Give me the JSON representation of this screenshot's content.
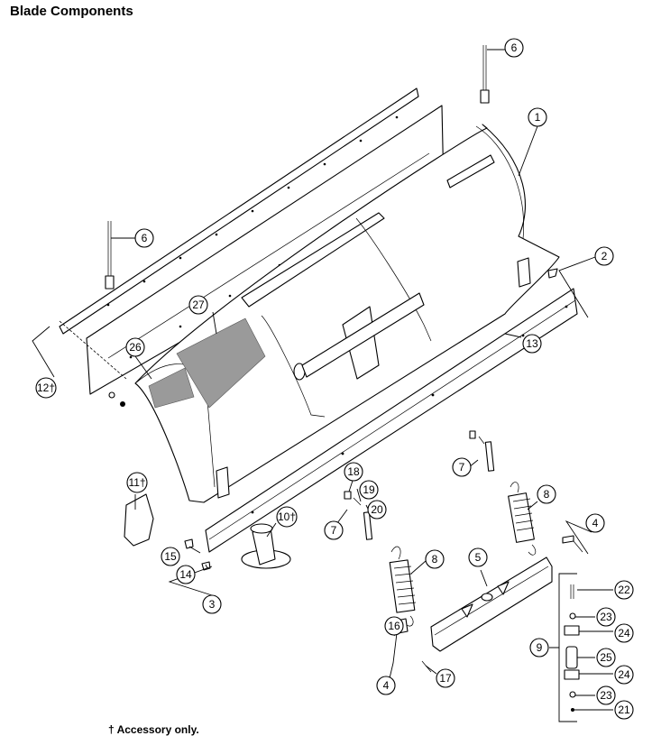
{
  "title": "Blade Components",
  "footnote": "† Accessory only.",
  "callouts": [
    {
      "id": "c1",
      "label": "1"
    },
    {
      "id": "c2",
      "label": "2"
    },
    {
      "id": "c3",
      "label": "3"
    },
    {
      "id": "c4a",
      "label": "4"
    },
    {
      "id": "c4b",
      "label": "4"
    },
    {
      "id": "c5",
      "label": "5"
    },
    {
      "id": "c6a",
      "label": "6"
    },
    {
      "id": "c6b",
      "label": "6"
    },
    {
      "id": "c7a",
      "label": "7"
    },
    {
      "id": "c7b",
      "label": "7"
    },
    {
      "id": "c8a",
      "label": "8"
    },
    {
      "id": "c8b",
      "label": "8"
    },
    {
      "id": "c9",
      "label": "9"
    },
    {
      "id": "c10",
      "label": "10†"
    },
    {
      "id": "c11",
      "label": "11†"
    },
    {
      "id": "c12",
      "label": "12†"
    },
    {
      "id": "c13",
      "label": "13"
    },
    {
      "id": "c14",
      "label": "14"
    },
    {
      "id": "c15",
      "label": "15"
    },
    {
      "id": "c16",
      "label": "16"
    },
    {
      "id": "c17",
      "label": "17"
    },
    {
      "id": "c18",
      "label": "18"
    },
    {
      "id": "c19",
      "label": "19"
    },
    {
      "id": "c20",
      "label": "20"
    },
    {
      "id": "c21",
      "label": "21"
    },
    {
      "id": "c22",
      "label": "22"
    },
    {
      "id": "c23a",
      "label": "23"
    },
    {
      "id": "c23b",
      "label": "23"
    },
    {
      "id": "c24a",
      "label": "24"
    },
    {
      "id": "c24b",
      "label": "24"
    },
    {
      "id": "c25",
      "label": "25"
    },
    {
      "id": "c26",
      "label": "26"
    },
    {
      "id": "c27",
      "label": "27"
    }
  ]
}
